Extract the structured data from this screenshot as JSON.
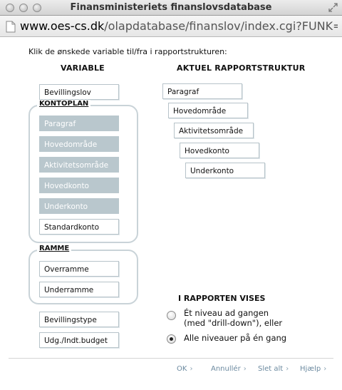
{
  "window": {
    "title": "Finansministeriets finanslovsdatabase",
    "url_domain": "www.oes-cs.dk",
    "url_path": "/olapdatabase/finanslov/index.cgi?FUNK=STRU..."
  },
  "instruction": "Klik de ønskede variable til/fra i rapportstrukturen:",
  "variable": {
    "heading": "VARIABLE",
    "bevillingslov": "Bevillingslov",
    "kontoplan": {
      "label": "KONTOPLAN",
      "items": [
        "Paragraf",
        "Hovedområde",
        "Aktivitetsområde",
        "Hovedkonto",
        "Underkonto",
        "Standardkonto"
      ]
    },
    "ramme": {
      "label": "RAMME",
      "items": [
        "Overramme",
        "Underramme"
      ]
    },
    "bevillingstype": "Bevillingstype",
    "budget": "Udg./Indt.budget"
  },
  "rapport": {
    "heading": "AKTUEL RAPPORTSTRUKTUR",
    "items": [
      "Paragraf",
      "Hovedområde",
      "Aktivitetsområde",
      "Hovedkonto",
      "Underkonto"
    ]
  },
  "vises": {
    "heading": "I RAPPORTEN VISES",
    "option1_line1": "Ét niveau ad gangen",
    "option1_line2": "(med \"drill-down\"), eller",
    "option2": "Alle niveauer på én gang"
  },
  "footer": {
    "ok": "OK",
    "annuller": "Annullér",
    "slet_alt": "Slet alt",
    "hjaelp": "Hjælp",
    "chevron": "›"
  }
}
